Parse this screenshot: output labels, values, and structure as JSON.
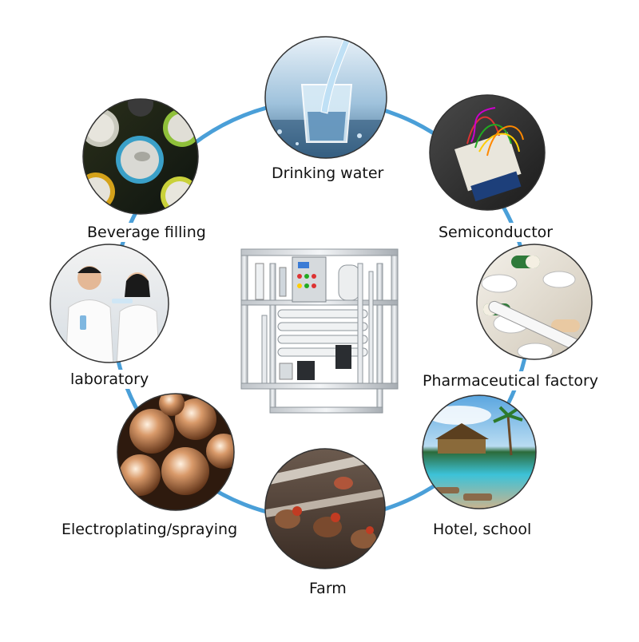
{
  "diagram": {
    "ring_color": "#4a9fd8",
    "nodes": [
      {
        "id": "drinking-water",
        "label": "Drinking water",
        "icon": "water-glass-icon"
      },
      {
        "id": "semiconductor",
        "label": "Semiconductor",
        "icon": "circuit-board-icon"
      },
      {
        "id": "pharmaceutical",
        "label": "Pharmaceutical factory",
        "icon": "pills-icon"
      },
      {
        "id": "hotel-school",
        "label": "Hotel, school",
        "icon": "pool-resort-icon"
      },
      {
        "id": "farm",
        "label": "Farm",
        "icon": "chickens-icon"
      },
      {
        "id": "electroplating",
        "label": "Electroplating/spraying",
        "icon": "metal-spheres-icon"
      },
      {
        "id": "laboratory",
        "label": "laboratory",
        "icon": "scientists-icon"
      },
      {
        "id": "beverage-filling",
        "label": "Beverage filling",
        "icon": "cans-icon"
      }
    ],
    "center": {
      "icon": "ro-water-treatment-machine-icon"
    }
  }
}
